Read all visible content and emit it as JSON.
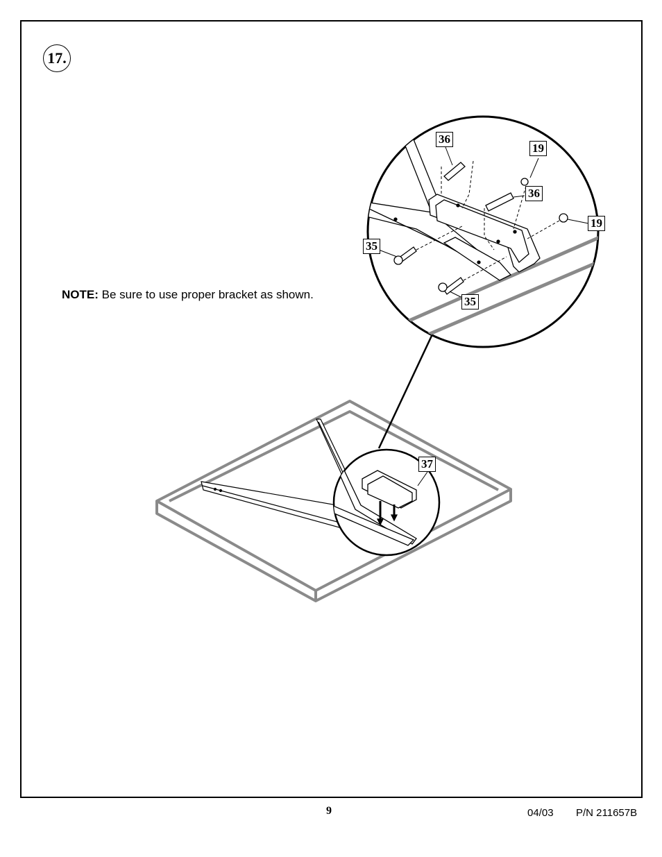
{
  "step": {
    "number": "17."
  },
  "note": {
    "label": "NOTE:",
    "text": " Be sure to use proper bracket as shown."
  },
  "callouts": {
    "c36_top": "36",
    "c19_top": "19",
    "c36_mid": "36",
    "c19_right": "19",
    "c35_left": "35",
    "c35_bottom": "35",
    "c37": "37"
  },
  "footer": {
    "page": "9",
    "date": "04/03",
    "part_number": "P/N 211657B"
  },
  "colors": {
    "line": "#000000",
    "frame_gray": "#8a8a8a"
  }
}
